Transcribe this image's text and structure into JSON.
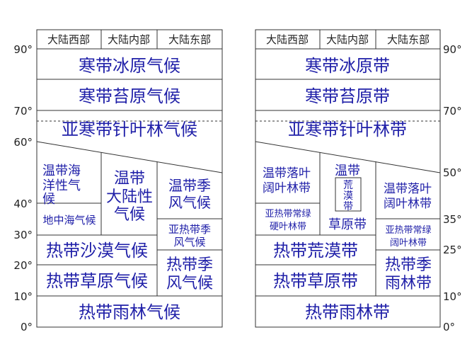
{
  "left_chart": {
    "headers": [
      "大陆西部",
      "大陆内部",
      "大陆东部"
    ],
    "zones": {
      "tundra_ice": "寒带冰原气候",
      "tundra_moss": "寒带苔原气候",
      "subarctic": "亚寒带针叶林气候",
      "temperate_maritime": [
        "温带海",
        "洋性气",
        "候"
      ],
      "temperate_continental": [
        "温带",
        "大陆性",
        "气候"
      ],
      "temperate_monsoon": [
        "温带季",
        "风气候"
      ],
      "mediterranean": "地中海气候",
      "subtropical_monsoon": [
        "亚热带季",
        "风气候"
      ],
      "tropical_desert": "热带沙漠气候",
      "tropical_grassland": "热带草原气候",
      "tropical_monsoon": [
        "热带季",
        "风气候"
      ],
      "tropical_rainforest": "热带雨林气候"
    },
    "lat_labels": [
      "90°",
      "70°",
      "60°",
      "40°",
      "30°",
      "20°",
      "10°",
      "0°"
    ]
  },
  "right_chart": {
    "headers": [
      "大陆西部",
      "大陆内部",
      "大陆东部"
    ],
    "zones": {
      "ice": "寒带冰原带",
      "tundra": "寒带苔原带",
      "taiga": "亚寒带针叶林带",
      "temperate_deciduous_west": [
        "温带落叶",
        "阔叶林带"
      ],
      "temperate_interior": "温带",
      "desert_box": [
        "荒",
        "漠",
        "带"
      ],
      "grassland": "草原带",
      "temperate_deciduous_east": [
        "温带落叶",
        "阔叶林带"
      ],
      "subtropical_evergreen_hard": [
        "亚热带常绿",
        "硬叶林带"
      ],
      "subtropical_evergreen_broad": [
        "亚热带常绿",
        "阔叶林带"
      ],
      "tropical_desert": "热带荒漠带",
      "tropical_grassland": "热带草原带",
      "tropical_monsoon_forest": [
        "热带季",
        "雨林带"
      ],
      "tropical_rainforest": "热带雨林带"
    },
    "lat_labels": [
      "90°",
      "70°",
      "50°",
      "35°",
      "25°",
      "10°",
      "0°"
    ]
  }
}
